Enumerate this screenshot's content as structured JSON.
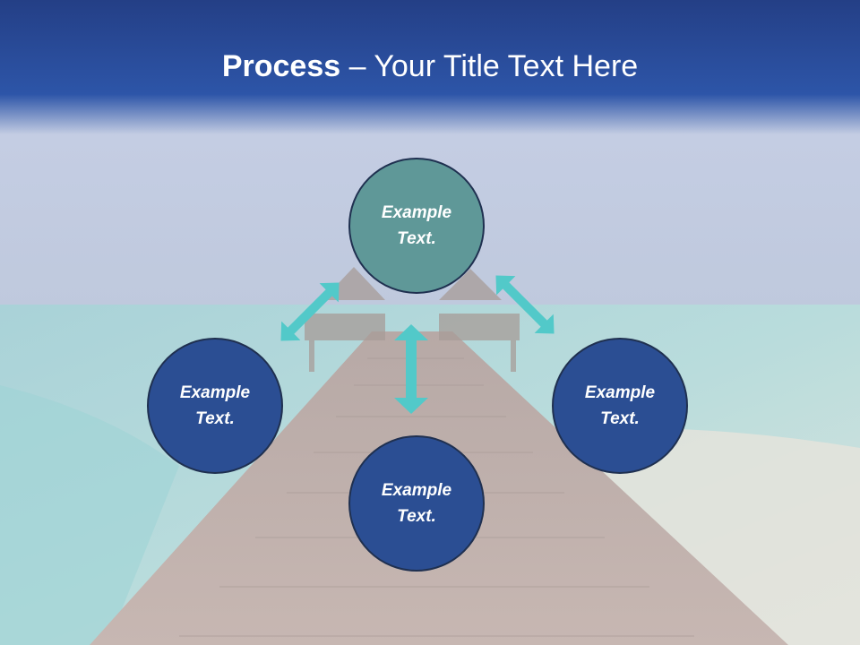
{
  "title": {
    "bold": "Process",
    "rest": " – Your Title Text Here"
  },
  "colors": {
    "title_bar": "#2d55a8",
    "top_circle": "#5f9898",
    "side_circles": "#2b4e93",
    "arrows": "#52c9c9"
  },
  "nodes": {
    "top": "Example Text.",
    "left": "Example Text.",
    "right": "Example Text.",
    "bottom": "Example Text."
  }
}
